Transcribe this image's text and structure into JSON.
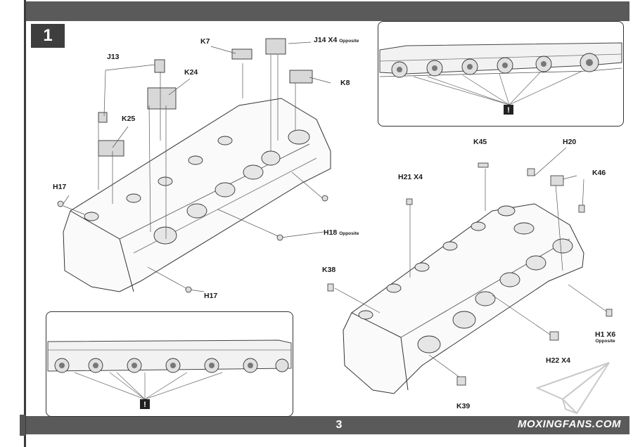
{
  "step": "1",
  "page_number": "3",
  "watermark": "MOXINGFANS.COM",
  "labels": {
    "j13": "J13",
    "k24": "K24",
    "k7": "K7",
    "j14_part": "J14 X4",
    "j14_note": "Opposite",
    "k8": "K8",
    "k25": "K25",
    "h17_left": "H17",
    "h18_part": "H18",
    "h18_note": "Opposite",
    "h17_bottom": "H17",
    "k45": "K45",
    "h20": "H20",
    "k46": "K46",
    "h21": "H21 X4",
    "k38": "K38",
    "h1_part": "H1 X6",
    "h1_note": "Opposite",
    "h22": "H22 X4",
    "k39": "K39"
  },
  "insets": {
    "top_mark": "!",
    "bottom_mark": "!"
  },
  "colors": {
    "bar": "#5a5a5a",
    "badge": "#3e3e3e",
    "line": "#333333"
  }
}
